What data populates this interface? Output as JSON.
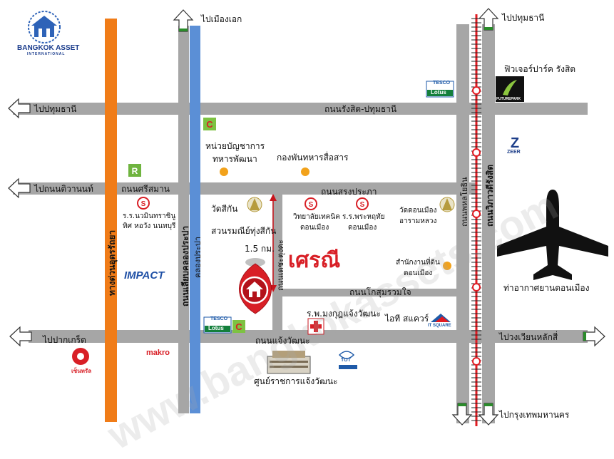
{
  "brand": {
    "logo_name": "BANGKOK ASSET",
    "logo_sub": "INTERNATIONAL",
    "watermark": "www.bangkokassets.com"
  },
  "project": {
    "name": "เศรณี"
  },
  "roads": {
    "rangsit_pathum": "ถนนรังสิต-ปทุมธานี",
    "sri_saman": "ถนนศรีสมาน",
    "song_prapha": "ถนนสรงประภา",
    "kosum_ruam_jai": "ถนนโกสุมรวมใจ",
    "chaeng_watthana": "ถนนแจ้งวัฒนะ",
    "tollway": "ทางด่วนอุดรรัถยา",
    "khlong_prapa_road": "ถนนเลียบคลองประปา",
    "khlong_prapa_canal": "คลองประปา",
    "phahonyothin": "ถนนพหลโยธิน",
    "vibhavadi": "ถนนวิภาวดีรังสิต",
    "soi": "ถนนเดชะตุงคะ"
  },
  "directions": {
    "to_mueang_ek": "ไปเมืองเอก",
    "to_pathum_thani_tr": "ไปปทุมธานี",
    "to_pathum_thani_left": "ไปปทุมธานี",
    "to_tiwanon": "ไปถนนติวานนท์",
    "to_pak_kret": "ไปปากเกร็ด",
    "to_lak_si": "ไปวงเวียนหลักสี่",
    "to_bangkok": "ไปกรุงเทพมหานคร"
  },
  "places": {
    "future_park": "ฟิวเจอร์ปาร์ค รังสิต",
    "military_unit_line1": "หน่วยบัญชาการ",
    "military_unit_line2": "ทหารพัฒนา",
    "signal_battalion": "กองพันทหารสื่อสาร",
    "wat_si_kan": "วัดสีกัน",
    "park": "สวนรมณีย์ทุ่งสีกัน",
    "distance": "1.5 กม.",
    "school_1_line1": "ร.ร.นวมินทราชินู",
    "school_1_line2": "ทิศ หอวัง นนทบุรี",
    "tech_college_line1": "วิทยาลัยเทคนิค",
    "tech_college_line2": "ดอนเมือง",
    "school_2_line1": "ร.ร.พระหฤทัย",
    "school_2_line2": "ดอนเมือง",
    "wat_don_mueang_line1": "วัดดอนเมือง",
    "wat_don_mueang_line2": "อารามหลวง",
    "land_office_line1": "สำนักงานที่ดิน",
    "land_office_line2": "ดอนเมือง",
    "hospital": "ร.พ.มงกุฎแจ้งวัฒนะ",
    "it_square": "ไอที สแควร์",
    "gov_center": "ศูนย์ราชการแจ้งวัฒนะ",
    "airport": "ท่าอากาศยานดอนเมือง"
  },
  "brands": {
    "tesco_top": "TESCO",
    "tesco_top_sub": "Lotus",
    "tesco_bottom": "TESCO",
    "tesco_bottom_sub": "Lotus",
    "impact": "IMPACT",
    "makro": "makro",
    "zeer": "ZEER",
    "future_park_logo": "FUTUREPARK",
    "it_square_logo": "IT SQUARE",
    "tot": "TOT",
    "central": "เซ็นทรัล"
  },
  "colors": {
    "road": "#a6a6a6",
    "tollway": "#f07c18",
    "canal": "#5b8fd6",
    "rail": "#e11b22",
    "marker": "#d81f26",
    "poi_dot": "#f2a21b",
    "arrow_green": "#2a8c2a"
  }
}
